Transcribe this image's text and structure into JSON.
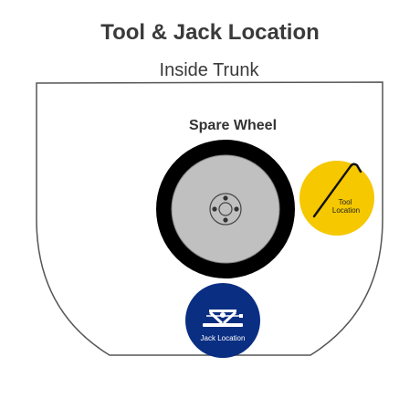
{
  "title": "Tool & Jack Location",
  "subtitle": "Inside Trunk",
  "spare_wheel": {
    "label": "Spare Wheel"
  },
  "tool": {
    "label_line1": "Tool",
    "label_line2": "Location",
    "icon": "lug-wrench-icon"
  },
  "jack": {
    "label": "Jack Location",
    "icon": "scissor-jack-icon"
  },
  "colors": {
    "title": "#3a3a3a",
    "trunk_outline": "#555555",
    "tire": "#000000",
    "rim": "#c0c0c0",
    "tool_badge": "#f5c800",
    "jack_badge": "#0a2e82",
    "jack_text": "#ffffff",
    "tool_text": "#222222"
  }
}
